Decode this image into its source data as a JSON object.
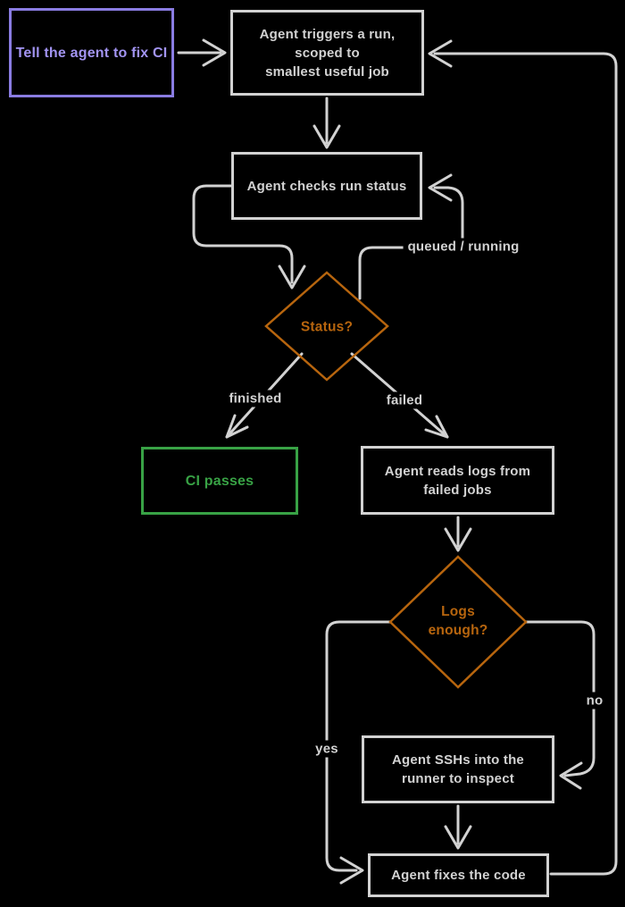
{
  "diagram": {
    "type": "flowchart",
    "nodes": {
      "prompt": {
        "label": "Tell the agent to fix CI"
      },
      "trigger": {
        "lines": [
          "Agent triggers a run,",
          "scoped to",
          "smallest useful job"
        ]
      },
      "check": {
        "label": "Agent checks run status"
      },
      "status": {
        "label": "Status?"
      },
      "ci_passes": {
        "label": "CI passes"
      },
      "read_logs": {
        "lines": [
          "Agent reads logs from",
          "failed jobs"
        ]
      },
      "logs_enough": {
        "lines": [
          "Logs",
          "enough?"
        ]
      },
      "ssh": {
        "lines": [
          "Agent SSHs into the",
          "runner to inspect"
        ]
      },
      "fix": {
        "label": "Agent fixes the code"
      }
    },
    "edge_labels": {
      "queued_running": "queued / running",
      "finished": "finished",
      "failed": "failed",
      "yes": "yes",
      "no": "no"
    },
    "colors": {
      "background": "#000000",
      "line": "#d2d2d2",
      "decision": "#b7650e",
      "success": "#38a245",
      "input_border": "#8a7ce2",
      "input_text": "#a294f2"
    }
  }
}
